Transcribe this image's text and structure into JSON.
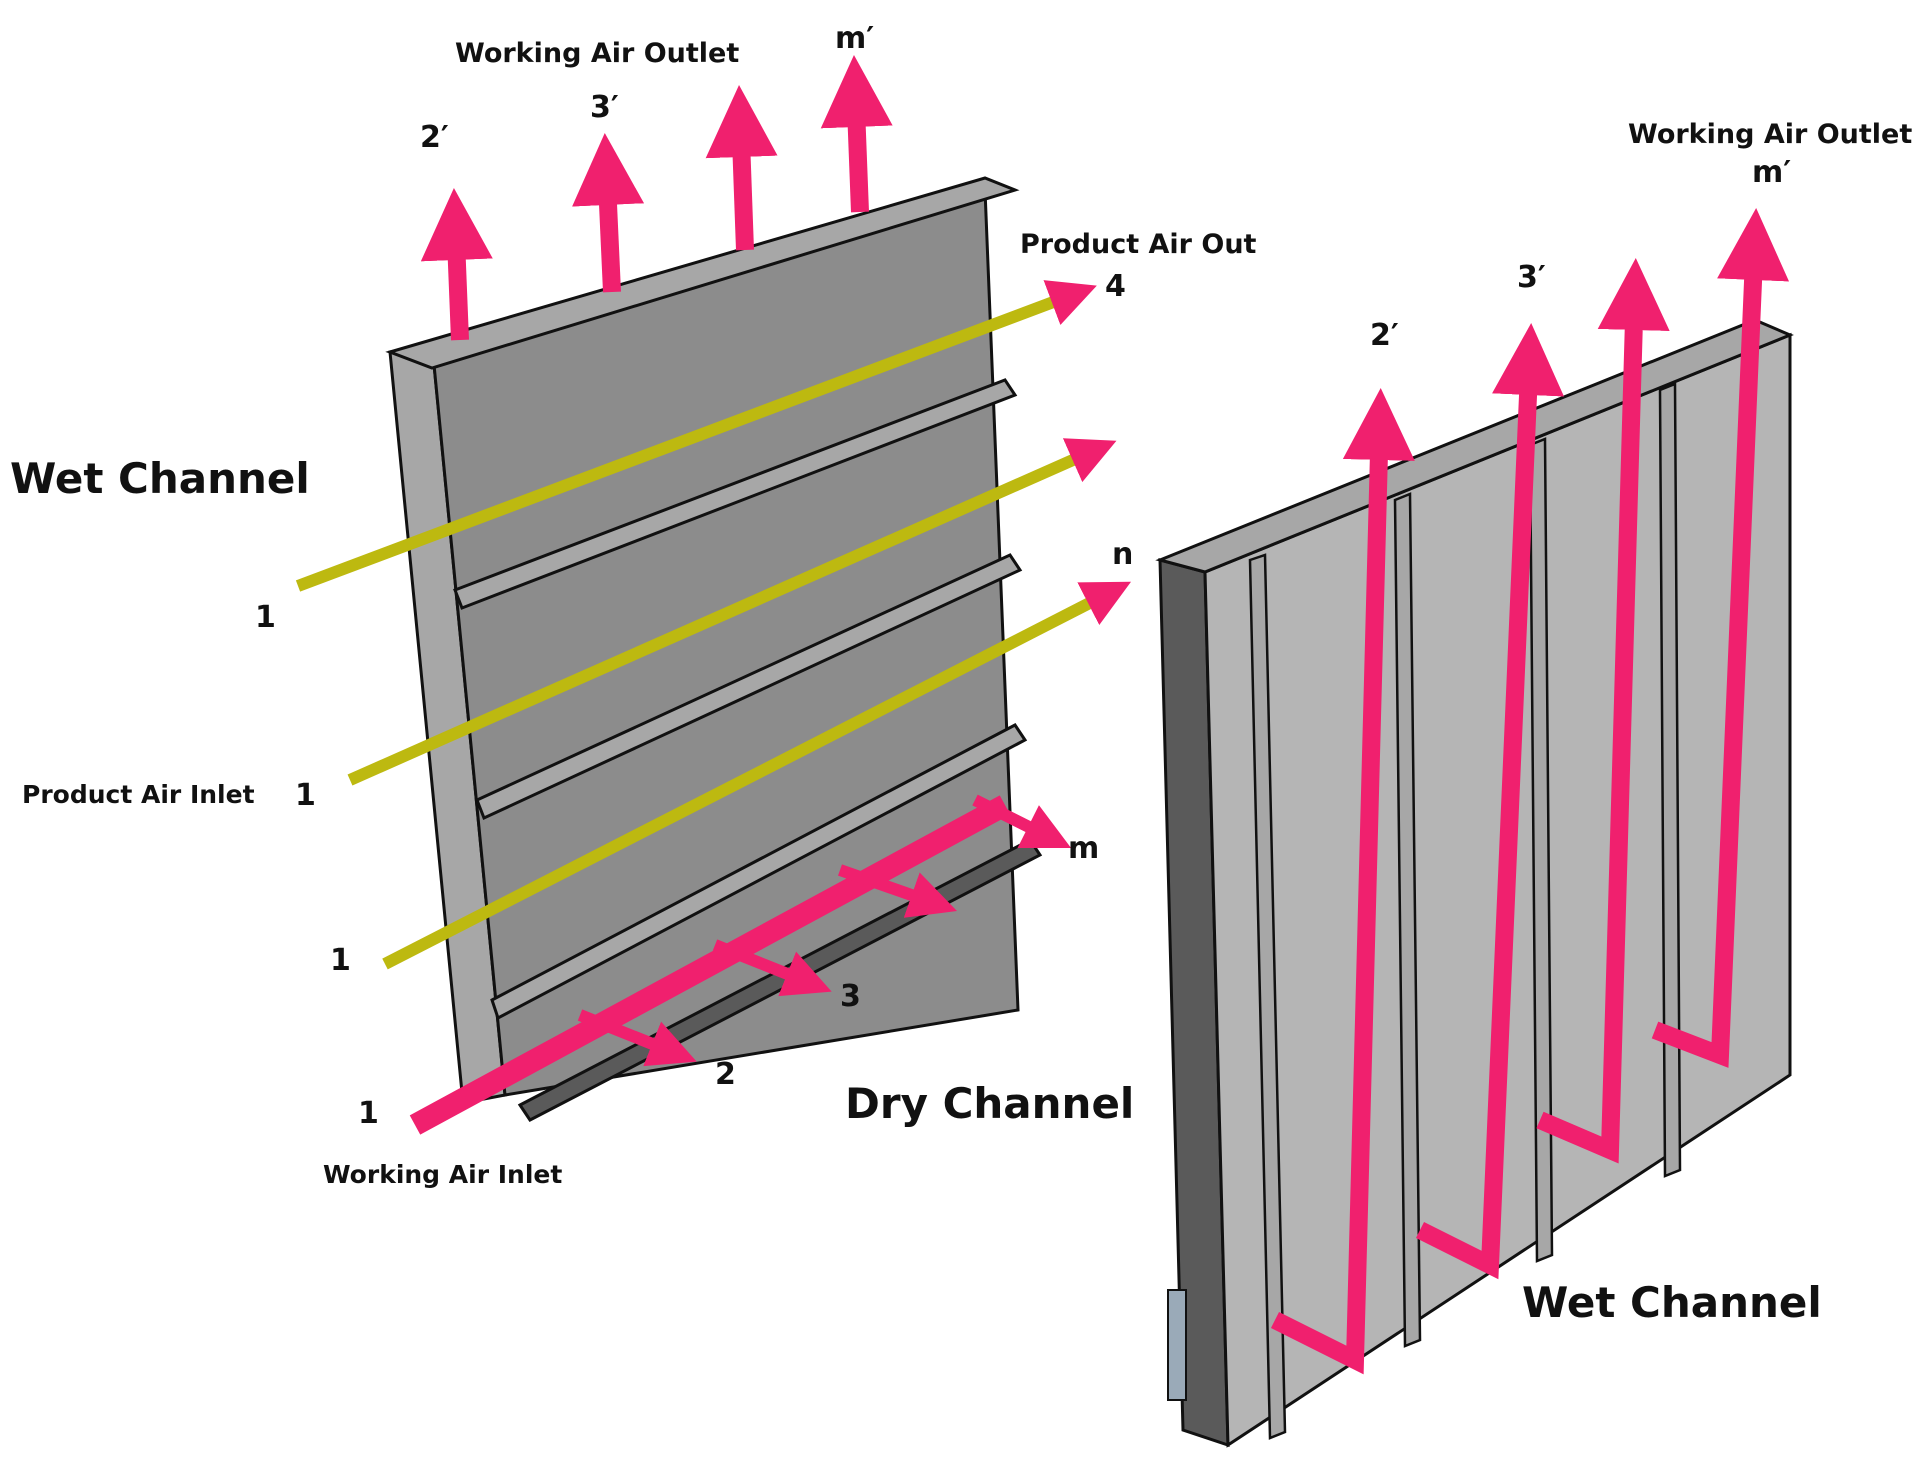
{
  "colors": {
    "plate_dark": "#5a5a5a",
    "plate_mid": "#8c8c8c",
    "plate_light": "#a7a7a7",
    "plate_face": "#b5b5b5",
    "outline": "#111111",
    "working_air": "#f0206e",
    "product_air": "#bdb910",
    "window": "#9aaab8"
  },
  "labels": {
    "wet_channel_left": "Wet Channel",
    "wet_channel_right": "Wet Channel",
    "dry_channel": "Dry Channel",
    "working_air_outlet_left": "Working Air Outlet",
    "working_air_outlet_right": "Working Air Outlet",
    "product_air_out": "Product Air Out",
    "product_air_inlet": "Product Air Inlet",
    "working_air_inlet": "Working Air Inlet"
  },
  "points": {
    "left_top": [
      "2′",
      "3′",
      "m′"
    ],
    "product_out": "4",
    "n": "n",
    "product_in": [
      "1",
      "1",
      "1"
    ],
    "working_in": "1",
    "dry_outlets": [
      "2",
      "3",
      "m"
    ],
    "right_top": [
      "2′",
      "3′",
      "m′"
    ]
  }
}
